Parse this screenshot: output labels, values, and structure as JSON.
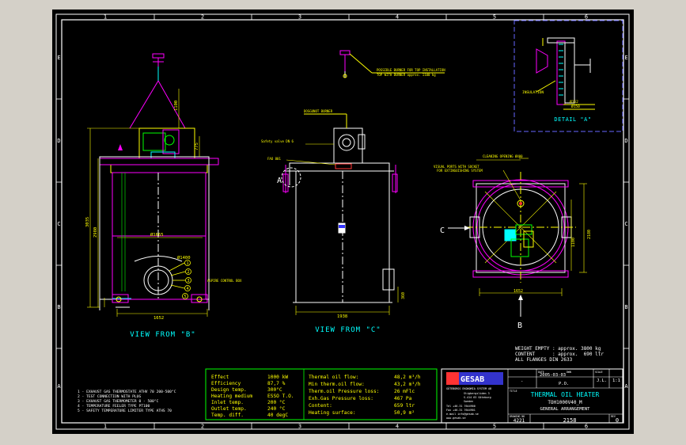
{
  "colors": {
    "background": "#000000",
    "frame": "#ffffff",
    "magenta": "#ff00ff",
    "cyan": "#00ffff",
    "yellow": "#ffff00",
    "green": "#00ff00",
    "white": "#ffffff",
    "blue": "#6666ff",
    "red": "#ff3333"
  },
  "border": {
    "columns_top": [
      "1",
      "2",
      "3",
      "4",
      "5",
      "6"
    ],
    "columns_bottom": [
      "1",
      "2",
      "3",
      "4",
      "5",
      "6"
    ],
    "rows": [
      "E",
      "D",
      "C",
      "B",
      "A"
    ]
  },
  "views": {
    "view_b": {
      "title": "VIEW FROM \"B\"",
      "dim_width_top": "Ø1665",
      "dim_width_bottom": "1652",
      "dim_height_total": "3035",
      "dim_height_body": "2980",
      "dim_lift": "1100",
      "dim_burner": "775",
      "callout_control": "ASPIRE CONTROL BOX",
      "callout_flange": "Ø1400",
      "items": [
        "1",
        "2",
        "3",
        "4",
        "5"
      ]
    },
    "view_c": {
      "title": "VIEW FROM \"C\"",
      "dim_width": "1938",
      "dim_side": "360",
      "callout_burner": "DOSGUNOT BURNER",
      "callout_lift_note": "POSSIBLE BURNER FOR TOP INSTALLATION",
      "callout_lift_note2": "TOP WITH BURNER approx. 1100 kg",
      "callout_safety": "Safety valve DN 6",
      "callout_flange": "FAO 801",
      "detail_ref": "A"
    },
    "top_view": {
      "dim_width": "1652",
      "dim_height": "2180",
      "dim_inner": "1100",
      "ref_c": "C",
      "ref_b": "B",
      "callout_cleaning": "CLEANING OPENING Ø400",
      "callout_visual": "VISUAL PORTS WITH SOCKET",
      "callout_visual2": "FOR EXTINGUISHING SYSTEM"
    },
    "detail_a": {
      "title": "DETAIL \"A\"",
      "label_insulation": "INSULATION",
      "dim_1": "Ø152",
      "dim_2": "Ø150"
    }
  },
  "weights": {
    "line1": "WEIGHT EMPTY : approx. 3800 kg",
    "line2": "CONTENT      : approx.  690 ltr",
    "line3": "ALL FLANGES DIN 2633"
  },
  "notes": [
    "1 - EXHAUST GAS THERMOSTATE ATHV 70  200-500°C",
    "2 - TEST CONNECTION WITH PLUG",
    "3 - EXHAUST GAS THERMOMETER 0 - 500°C",
    "4 - TEMPERATURE FEELER TYPE PT100",
    "5 - SAFETY TEMPERATURE LIMITER TYPE ATHS 70"
  ],
  "specs_left": [
    {
      "label": "Effect",
      "value": "1000 kW"
    },
    {
      "label": "Efficiency",
      "value": "87,7 %"
    },
    {
      "label": "Design temp.",
      "value": "300°C"
    },
    {
      "label": "Heating medium",
      "value": "ESSO T.O."
    },
    {
      "label": "Inlet temp.",
      "value": "200 °C"
    },
    {
      "label": "Outlet temp.",
      "value": "240 °C"
    },
    {
      "label": "Temp. diff.",
      "value": "40 degC"
    }
  ],
  "specs_right": [
    {
      "label": "Thermal oil flow:",
      "value": "48,2 m³/h"
    },
    {
      "label": "Min therm.oil flow:",
      "value": "43,2 m³/h"
    },
    {
      "label": "Therm.oil Pressure loss:",
      "value": "26 mFlc"
    },
    {
      "label": "Exh.Gas Pressure loss:",
      "value": "467 Pa"
    },
    {
      "label": "Content:",
      "value": "659 ltr"
    },
    {
      "label": "Heating surface:",
      "value": "50,9 m²"
    }
  ],
  "title_block": {
    "company": "GESAB",
    "company_sub": "GÖTEBORGS EKONOMIA SYSTEM AB",
    "address_lines": [
      "Stigbergsliden 3",
      "S-414 63 Göteborg",
      "Sweden"
    ],
    "contact_lines": [
      "Tel +46-31 7644900",
      "Fax +46-31 7644901",
      "e-mail info@gesab.se",
      "www.gesab.se"
    ],
    "date": "2005-03-03",
    "dash": "-",
    "po": "P.O.",
    "drawn": "J.L.",
    "scale": "1:1",
    "title": "THERMAL OIL HEATER",
    "model": "TOH1000V40_M",
    "subtitle": "GENERAL ARRANGEMENT",
    "cust_no": "4221",
    "drawing_no": "2158",
    "revision": "0",
    "head_labels": [
      "DATE",
      "DWN",
      "SCALE",
      "TITLE",
      "DRAWING NO",
      "REV"
    ]
  }
}
